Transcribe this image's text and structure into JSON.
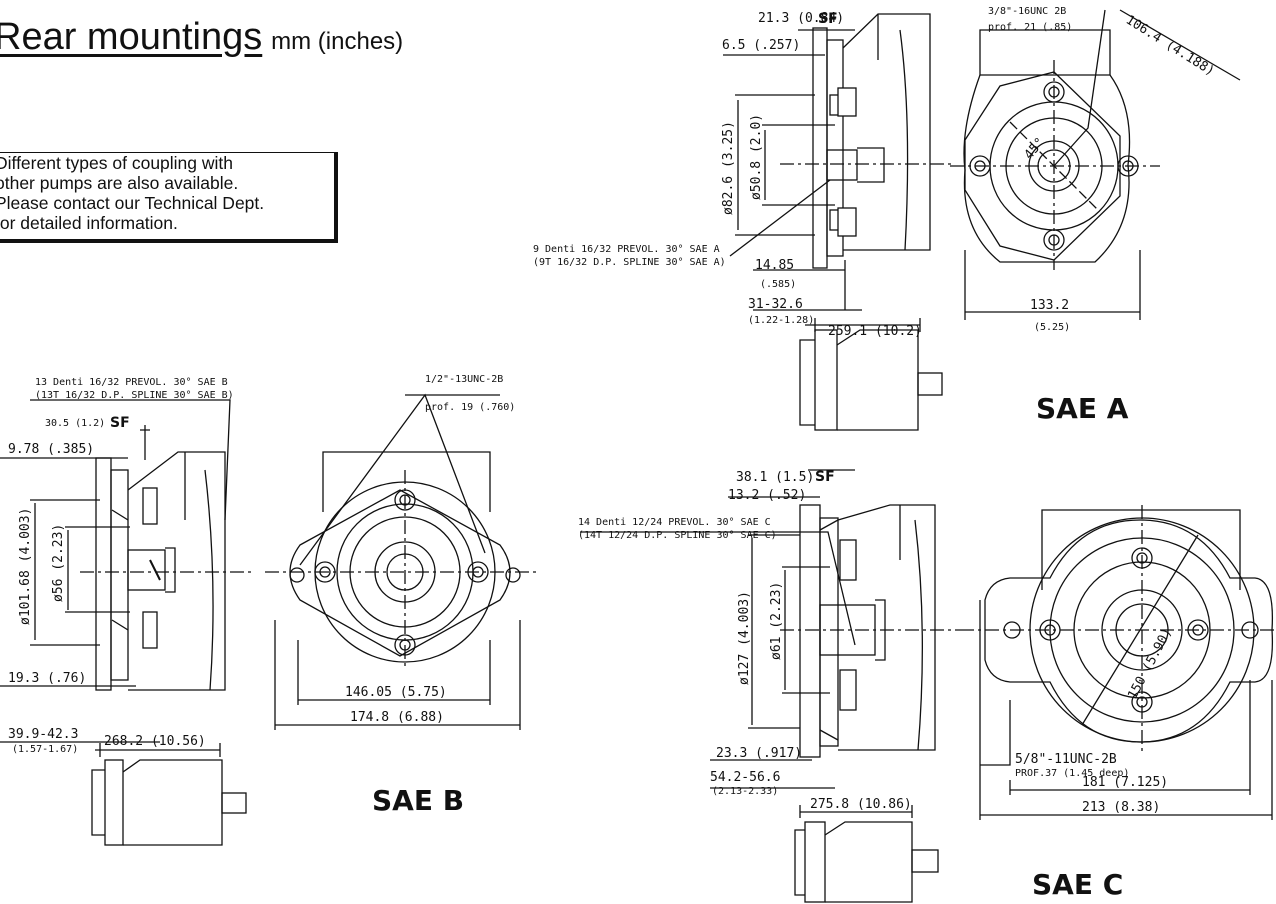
{
  "title": {
    "main": "Rear mountings",
    "unit": "mm (inches)"
  },
  "note": {
    "lines": [
      "Different types of coupling with",
      "other pumps are also available.",
      "Please contact our Technical Dept.",
      "for detailed information."
    ]
  },
  "sae_a": {
    "label": "SAE A",
    "dims": {
      "d1": "21.3 (0.84)",
      "sf": "SF",
      "d2": "6.5 (.257)",
      "thread": "3/8\"-16UNC 2B",
      "thread_depth": "prof. 21 (.85)",
      "diag": "106.4 (4.188)",
      "dia_outer": "ø82.6 (3.25)",
      "dia_inner": "ø50.8 (2.0)",
      "angle": "45°",
      "spline_it": "9 Denti 16/32 PREVOL. 30° SAE A",
      "spline_en": "(9T 16/32 D.P. SPLINE 30° SAE A)",
      "d3a": "14.85",
      "d3b": "(.585)",
      "d4a": "31-32.6",
      "d4b": "(1.22-1.28)",
      "width": "133.2",
      "width_in": "(5.25)",
      "length": "259.1 (10.2)"
    }
  },
  "sae_b": {
    "label": "SAE B",
    "dims": {
      "spline_it": "13 Denti 16/32 PREVOL. 30° SAE B",
      "spline_en": "(13T 16/32 D.P. SPLINE 30° SAE B)",
      "d1": "30.5 (1.2)",
      "sf": "SF",
      "d2": "9.78 (.385)",
      "thread": "1/2\"-13UNC-2B",
      "thread_depth": "prof. 19 (.760)",
      "dia_outer": "ø101.68 (4.003)",
      "dia_inner": "ø56 (2.23)",
      "d3": "19.3 (.76)",
      "d4a": "39.9-42.3",
      "d4b": "(1.57-1.67)",
      "length": "268.2 (10.56)",
      "w1": "146.05 (5.75)",
      "w2": "174.8 (6.88)"
    }
  },
  "sae_c": {
    "label": "SAE C",
    "dims": {
      "d1": "38.1 (1.5)",
      "sf": "SF",
      "d2": "13.2 (.52)",
      "spline_it": "14 Denti 12/24 PREVOL. 30° SAE C",
      "spline_en": "(14T 12/24 D.P. SPLINE 30° SAE C)",
      "dia_outer": "ø127 (4.003)",
      "dia_inner": "ø61 (2.23)",
      "diag": "150 (5.90)",
      "d3": "23.3 (.917)",
      "d4a": "54.2-56.6",
      "d4b": "(2.13-2.33)",
      "thread": "5/8\"-11UNC-2B",
      "thread_depth": "PROF.37 (1.45 deep)",
      "w1": "181 (7.125)",
      "w2": "213 (8.38)",
      "length": "275.8 (10.86)"
    }
  }
}
